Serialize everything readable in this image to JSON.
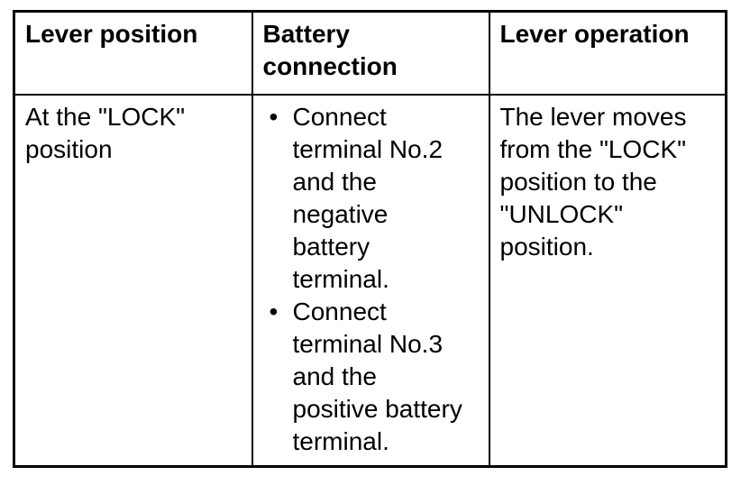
{
  "icons": {
    "bullet": "•"
  },
  "table": {
    "headers": [
      "Lever position",
      "Battery\nconnection",
      "Lever operation"
    ],
    "body": {
      "lever_position": "At the \"LOCK\"\nposition",
      "battery_connection": {
        "bullets": [
          "Connect\nterminal No.2\nand the\nnegative\nbattery\nterminal.",
          "Connect\nterminal No.3\nand the\npositive battery\nterminal."
        ]
      },
      "lever_operation": "The lever moves\nfrom the \"LOCK\"\nposition to the\n\"UNLOCK\"\nposition."
    },
    "colors": {
      "border": "#000000",
      "text": "#000000",
      "background": "#ffffff"
    }
  }
}
